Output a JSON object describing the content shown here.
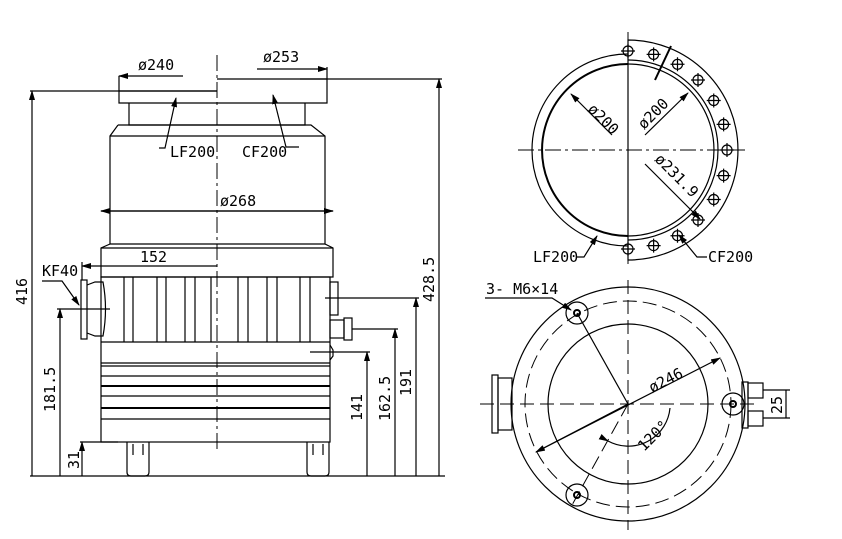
{
  "side_view": {
    "flange_left_diameter": "ø240",
    "flange_right_diameter": "ø253",
    "flange_left_type": "LF200",
    "flange_right_type": "CF200",
    "body_diameter": "ø268",
    "port_offset": "152",
    "port_type": "KF40",
    "height_lf": "416",
    "height_cf": "428.5",
    "port_height": "181.5",
    "foot_height": "31",
    "h_141": "141",
    "h_162_5": "162.5",
    "h_191": "191"
  },
  "top_view": {
    "lf_inner_diameter": "ø200",
    "cf_inner_diameter": "ø200",
    "cf_bolt_circle": "ø231.9",
    "lf_label": "LF200",
    "cf_label": "CF200"
  },
  "bottom_view": {
    "thread_spec": "3-  M6×14",
    "bolt_circle": "ø246",
    "angle": "120°",
    "fitting_spacing": "25"
  }
}
